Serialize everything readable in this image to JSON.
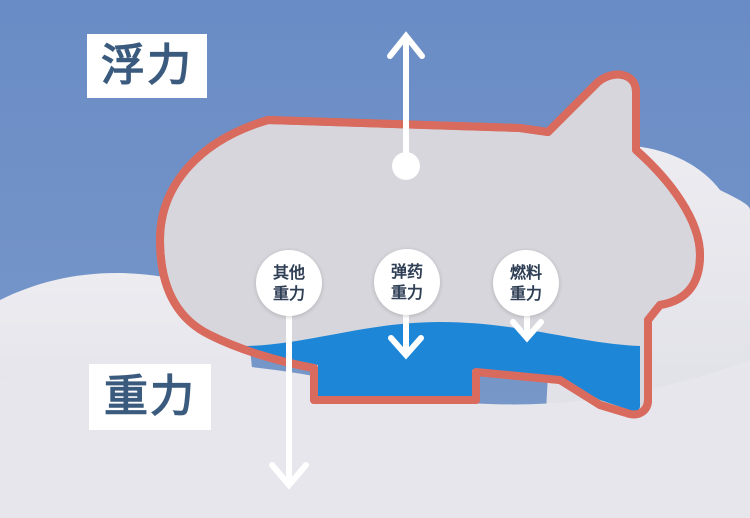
{
  "labels": {
    "buoyancy": "浮力",
    "gravity": "重力"
  },
  "badges": {
    "other": {
      "line1": "其他",
      "line2": "重力"
    },
    "ammo": {
      "line1": "弹药",
      "line2": "重力"
    },
    "fuel": {
      "line1": "燃料",
      "line2": "重力"
    }
  },
  "colors": {
    "sky": "#6f8fc4",
    "cloud": "#e9e9ef",
    "hull_fill": "#d6d6dc",
    "hull_outline": "#d96a5e",
    "water": "#1e86d6",
    "label_text": "#3b5b7e",
    "arrow": "#ffffff"
  }
}
